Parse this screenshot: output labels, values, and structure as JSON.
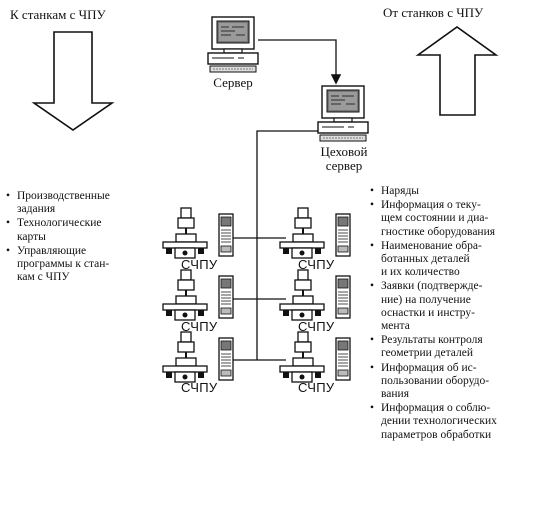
{
  "headings": {
    "to_cnc": "К станкам с ЧПУ",
    "from_cnc": "От станков с ЧПУ"
  },
  "nodes": {
    "server": "Сервер",
    "shop_server": "Цеховой\nсервер",
    "cnc_label": "СЧПУ"
  },
  "left_list": [
    "Производственные\nзадания",
    "Технологические\nкарты",
    "Управляющие\nпрограммы к стан-\nкам с ЧПУ"
  ],
  "right_list": [
    "Наряды",
    "Информация о теку-\nщем состоянии и диа-\nгностике оборудования",
    "Наименование обра-\nботанных деталей\nи их количество",
    "Заявки (подтвержде-\nние) на получение\nоснастки и инстру-\nмента",
    "Результаты контроля\nгеометрии деталей",
    "Информация об ис-\nпользовании оборудо-\nвания",
    "Информация о соблю-\nдении технологических\nпараметров обработки"
  ],
  "colors": {
    "ink": "#111111",
    "screen": "#8a8a8a",
    "screen_dark": "#4a4a4a"
  }
}
